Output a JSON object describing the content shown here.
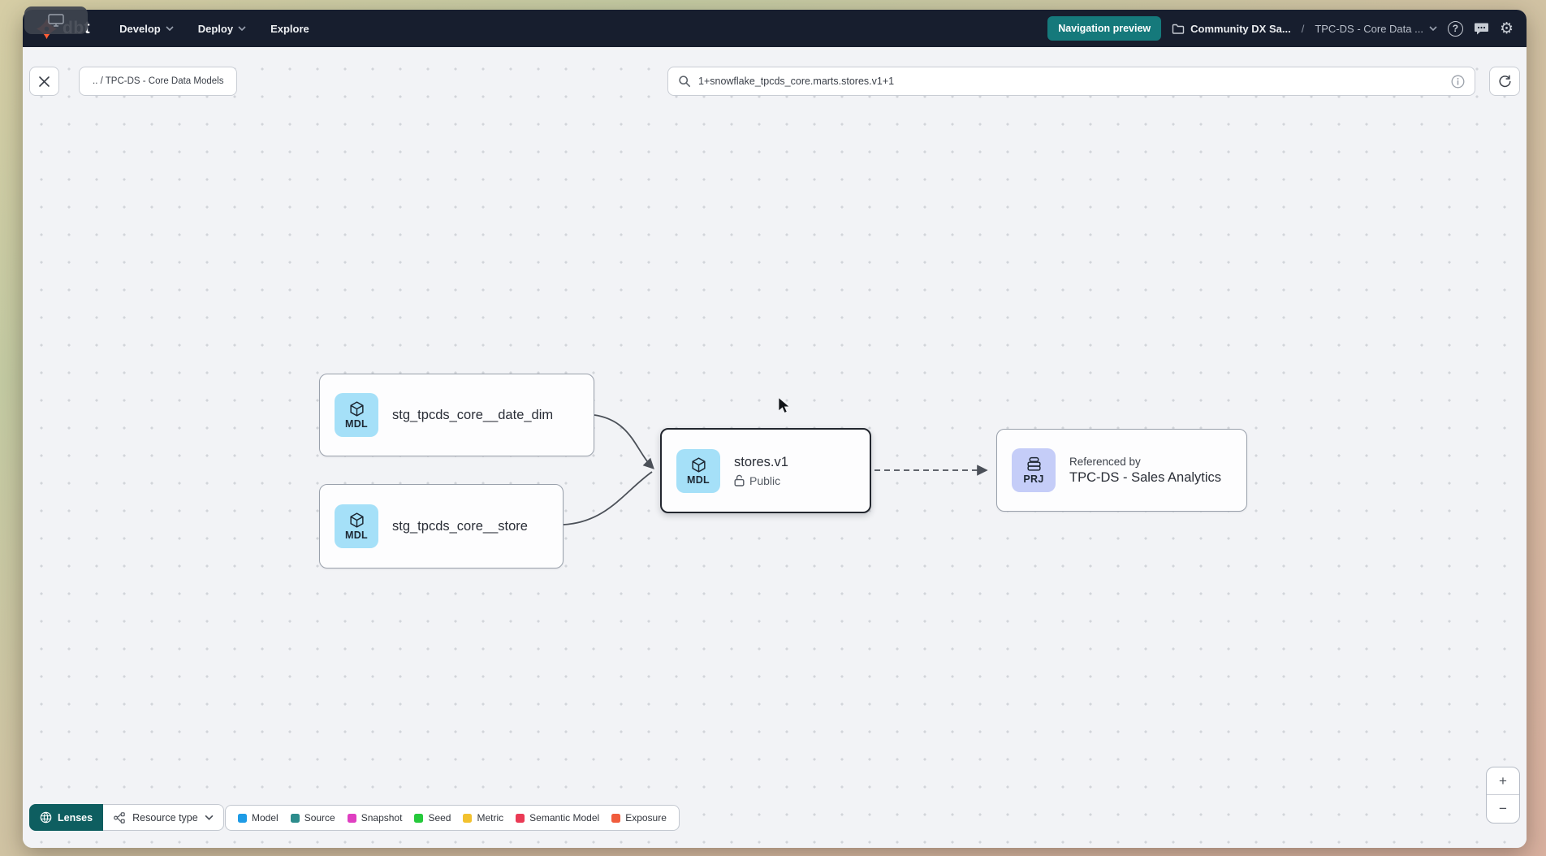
{
  "nav": {
    "logo_text": "dbt",
    "menus": [
      {
        "label": "Develop"
      },
      {
        "label": "Deploy"
      },
      {
        "label": "Explore"
      }
    ],
    "preview_badge": "Navigation preview",
    "account": "Community DX Sa...",
    "separator": "/",
    "project": "TPC-DS - Core Data ...",
    "icons": {
      "help": "?",
      "gear": "⚙"
    }
  },
  "toolbar": {
    "breadcrumb_chip": ".. / TPC-DS - Core Data Models",
    "search_value": "1+snowflake_tpcds_core.marts.stores.v1+1"
  },
  "graph": {
    "nodes": [
      {
        "badge": "MDL",
        "label": "stg_tpcds_core__date_dim"
      },
      {
        "badge": "MDL",
        "label": "stg_tpcds_core__store"
      },
      {
        "badge": "MDL",
        "label": "stores.v1",
        "sublabel": "Public",
        "selected": true
      },
      {
        "badge": "PRJ",
        "overline": "Referenced by",
        "label": "TPC-DS - Sales Analytics"
      }
    ]
  },
  "footer": {
    "lenses_label": "Lenses",
    "resource_type_label": "Resource type",
    "legend": [
      {
        "label": "Model",
        "color": "#1e9be6"
      },
      {
        "label": "Source",
        "color": "#2d8c8c"
      },
      {
        "label": "Snapshot",
        "color": "#df3fc1"
      },
      {
        "label": "Seed",
        "color": "#25c93b"
      },
      {
        "label": "Metric",
        "color": "#f2c12e"
      },
      {
        "label": "Semantic Model",
        "color": "#ea3a55"
      },
      {
        "label": "Exposure",
        "color": "#f05c3d"
      }
    ],
    "zoom_in": "+",
    "zoom_out": "−"
  },
  "colors": {
    "brand_orange": "#ff5c35",
    "navbar_bg": "#171e2e",
    "preview_badge_bg": "#15797b",
    "lenses_bg": "#0e5e60",
    "model_icon_bg": "#a5e0f8",
    "project_icon_bg": "#c5cdf8"
  }
}
